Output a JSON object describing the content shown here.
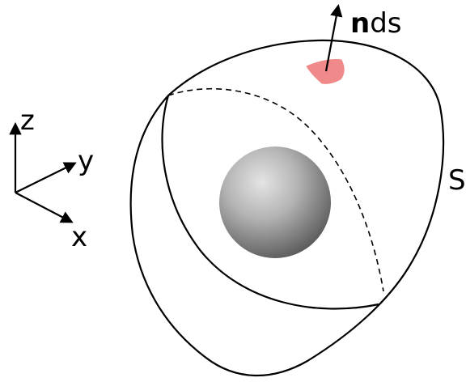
{
  "axes": {
    "z_label": "z",
    "y_label": "y",
    "x_label": "x"
  },
  "surface": {
    "label": "S",
    "outline_color": "#000000"
  },
  "normal": {
    "vector_symbol": "n",
    "element_label": "ds",
    "patch_color": "#f08a8a"
  },
  "sphere": {
    "highlight_color": "#e4e4e4",
    "shadow_color": "#5a5a5a"
  }
}
